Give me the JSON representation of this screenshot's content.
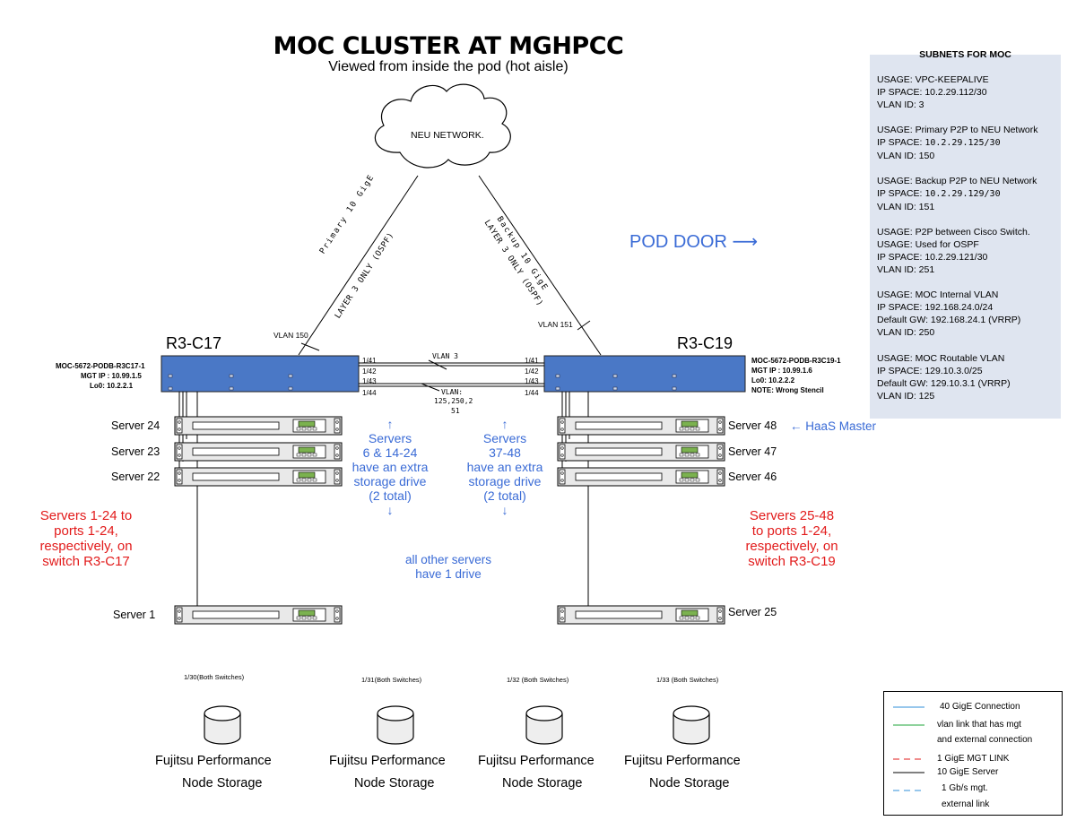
{
  "header": {
    "title": "MOC CLUSTER AT MGHPCC",
    "subtitle": "Viewed from inside the pod (hot aisle)"
  },
  "network": {
    "cloud_label": "NEU NETWORK.",
    "primary_link_label": "Primary 10 GigE",
    "primary_link_sub": "LAYER 3 ONLY (OSPF)",
    "backup_link_label": "Backup 10 GigE",
    "backup_link_sub": "LAYER 3 ONLY (OSPF)",
    "vlan_left": "VLAN 150",
    "vlan_right": "VLAN 151",
    "pod_door": "POD DOOR ⟶"
  },
  "switch_left": {
    "rack": "R3-C17",
    "name": "MOC-5672-PODB-R3C17-1",
    "mgt": "MGT IP : 10.99.1.5",
    "lo": "Lo0: 10.2.2.1"
  },
  "switch_right": {
    "rack": "R3-C19",
    "name": "MOC-5672-PODB-R3C19-1",
    "mgt": "MGT IP : 10.99.1.6",
    "lo": "Lo0: 10.2.2.2",
    "note": "NOTE: Wrong Stencil"
  },
  "interlinks": {
    "ports": [
      "1/41",
      "1/42",
      "1/43",
      "1/44"
    ],
    "vlan3": "VLAN 3",
    "vlan_multi_1": "VLAN:",
    "vlan_multi_2": "125,250,2",
    "vlan_multi_3": "51"
  },
  "servers_left": [
    "Server 24",
    "Server 23",
    "Server 22",
    "Server 1"
  ],
  "servers_right": [
    "Server 48",
    "Server 47",
    "Server 46",
    "Server 25"
  ],
  "haas_master": "← HaaS Master",
  "notes": {
    "left_red": [
      "Servers 1-24 to",
      "ports 1-24,",
      "respectively, on",
      "switch R3-C17"
    ],
    "right_red": [
      "Servers 25-48",
      "to ports 1-24,",
      "respectively, on",
      "switch R3-C19"
    ],
    "left_blue": [
      "↑",
      "Servers",
      "6 & 14-24",
      "have an extra",
      "storage drive",
      "(2 total)",
      "↓"
    ],
    "right_blue": [
      "↑",
      "Servers",
      "37-48",
      "have an extra",
      "storage drive",
      "(2 total)",
      "↓"
    ],
    "center_blue": [
      "all other servers",
      "have 1 drive"
    ]
  },
  "storage": [
    {
      "port": "1/30(Both Switches)",
      "label1": "Fujitsu Performance",
      "label2": "Node Storage"
    },
    {
      "port": "1/31(Both Switches)",
      "label1": "Fujitsu Performance",
      "label2": "Node Storage"
    },
    {
      "port": "1/32 (Both Switches)",
      "label1": "Fujitsu Performance",
      "label2": "Node Storage"
    },
    {
      "port": "1/33 (Both Switches)",
      "label1": "Fujitsu Performance",
      "label2": "Node Storage"
    }
  ],
  "subnets": {
    "title": "SUBNETS FOR MOC",
    "entries": [
      {
        "l1": "USAGE: VPC-KEEPALIVE",
        "l2a": "IP SPACE:  ",
        "l2b": "10.2.29.112/30",
        "l3": "VLAN ID: 3"
      },
      {
        "l1": "USAGE: Primary P2P to NEU Network",
        "l2a": "IP SPACE: ",
        "l2b": "10.2.29.125/30",
        "l3": "VLAN ID: 150"
      },
      {
        "l1": "USAGE: Backup P2P to NEU Network",
        "l2a": "IP SPACE: ",
        "l2b": "10.2.29.129/30",
        "l3": "VLAN ID: 151"
      },
      {
        "l1": "USAGE: P2P between Cisco Switch.",
        "l1b": "USAGE: Used for OSPF",
        "l2a": "IP SPACE: ",
        "l2b": "10.2.29.121/30",
        "l3": "VLAN ID: 251"
      },
      {
        "l1": "USAGE: MOC Internal VLAN",
        "l2a": "IP SPACE:   ",
        "l2b": "192.168.24.0/24",
        "l2c": "Default GW:  192.168.24.1 (VRRP)",
        "l3": "VLAN ID: 250"
      },
      {
        "l1": "USAGE: MOC Routable VLAN",
        "l2a": "IP SPACE:   ",
        "l2b": "129.10.3.0/25",
        "l2c": "Default GW:  129.10.3.1 (VRRP)",
        "l3": "VLAN ID: 125"
      }
    ]
  },
  "legend": {
    "items": [
      {
        "label": "40 GigE Connection"
      },
      {
        "label": "vlan link that has mgt"
      },
      {
        "label": "and external connection"
      },
      {
        "label": "1 GigE MGT LINK"
      },
      {
        "label": "10 GigE Server"
      },
      {
        "label": "1 Gb/s mgt."
      },
      {
        "label": "external link"
      }
    ]
  },
  "colors": {
    "switch_fill": "#4a78c6",
    "blue_text": "#3a6bd6",
    "red_text": "#e21b1b",
    "panel_bg": "#dfe5f0",
    "legend_40g": "#2f8fd8",
    "legend_vlan": "#1fa53a",
    "legend_mgt": "#e21b1b",
    "legend_ext": "#2f8fd8"
  }
}
